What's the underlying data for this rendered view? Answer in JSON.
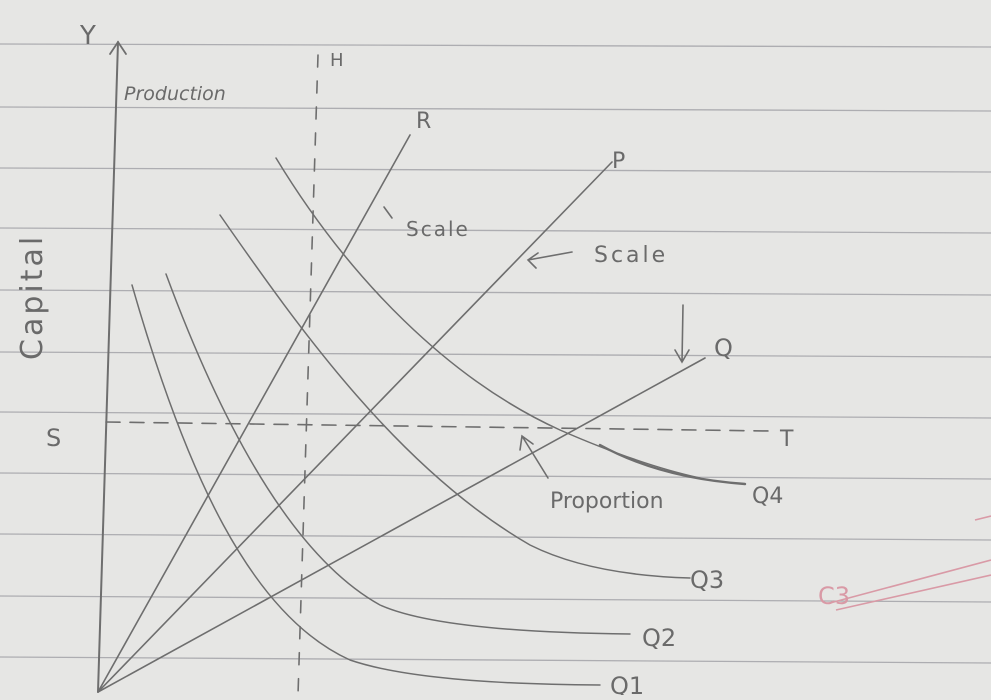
{
  "figure": {
    "y_axis_letter": "Y",
    "y_axis_label": "Capital",
    "vertical_line_label": "H",
    "production_label": "Production",
    "ray_labels": {
      "r": "R",
      "p": "P",
      "q": "Q"
    },
    "isoquant_labels": [
      "Q1",
      "Q2",
      "Q3",
      "Q4"
    ],
    "horizontal_line_labels": {
      "left": "S",
      "right": "T"
    },
    "annotations": {
      "scale_1": "Scale",
      "scale_2": "Scale",
      "proportion": "Proportion"
    },
    "margin_scribble": "C3"
  },
  "colors": {
    "paper": "#e6e6e4",
    "ruled_line": "#9a9aa0",
    "pencil": "#6e6e6e",
    "pen_mark": "#d99aa6"
  }
}
